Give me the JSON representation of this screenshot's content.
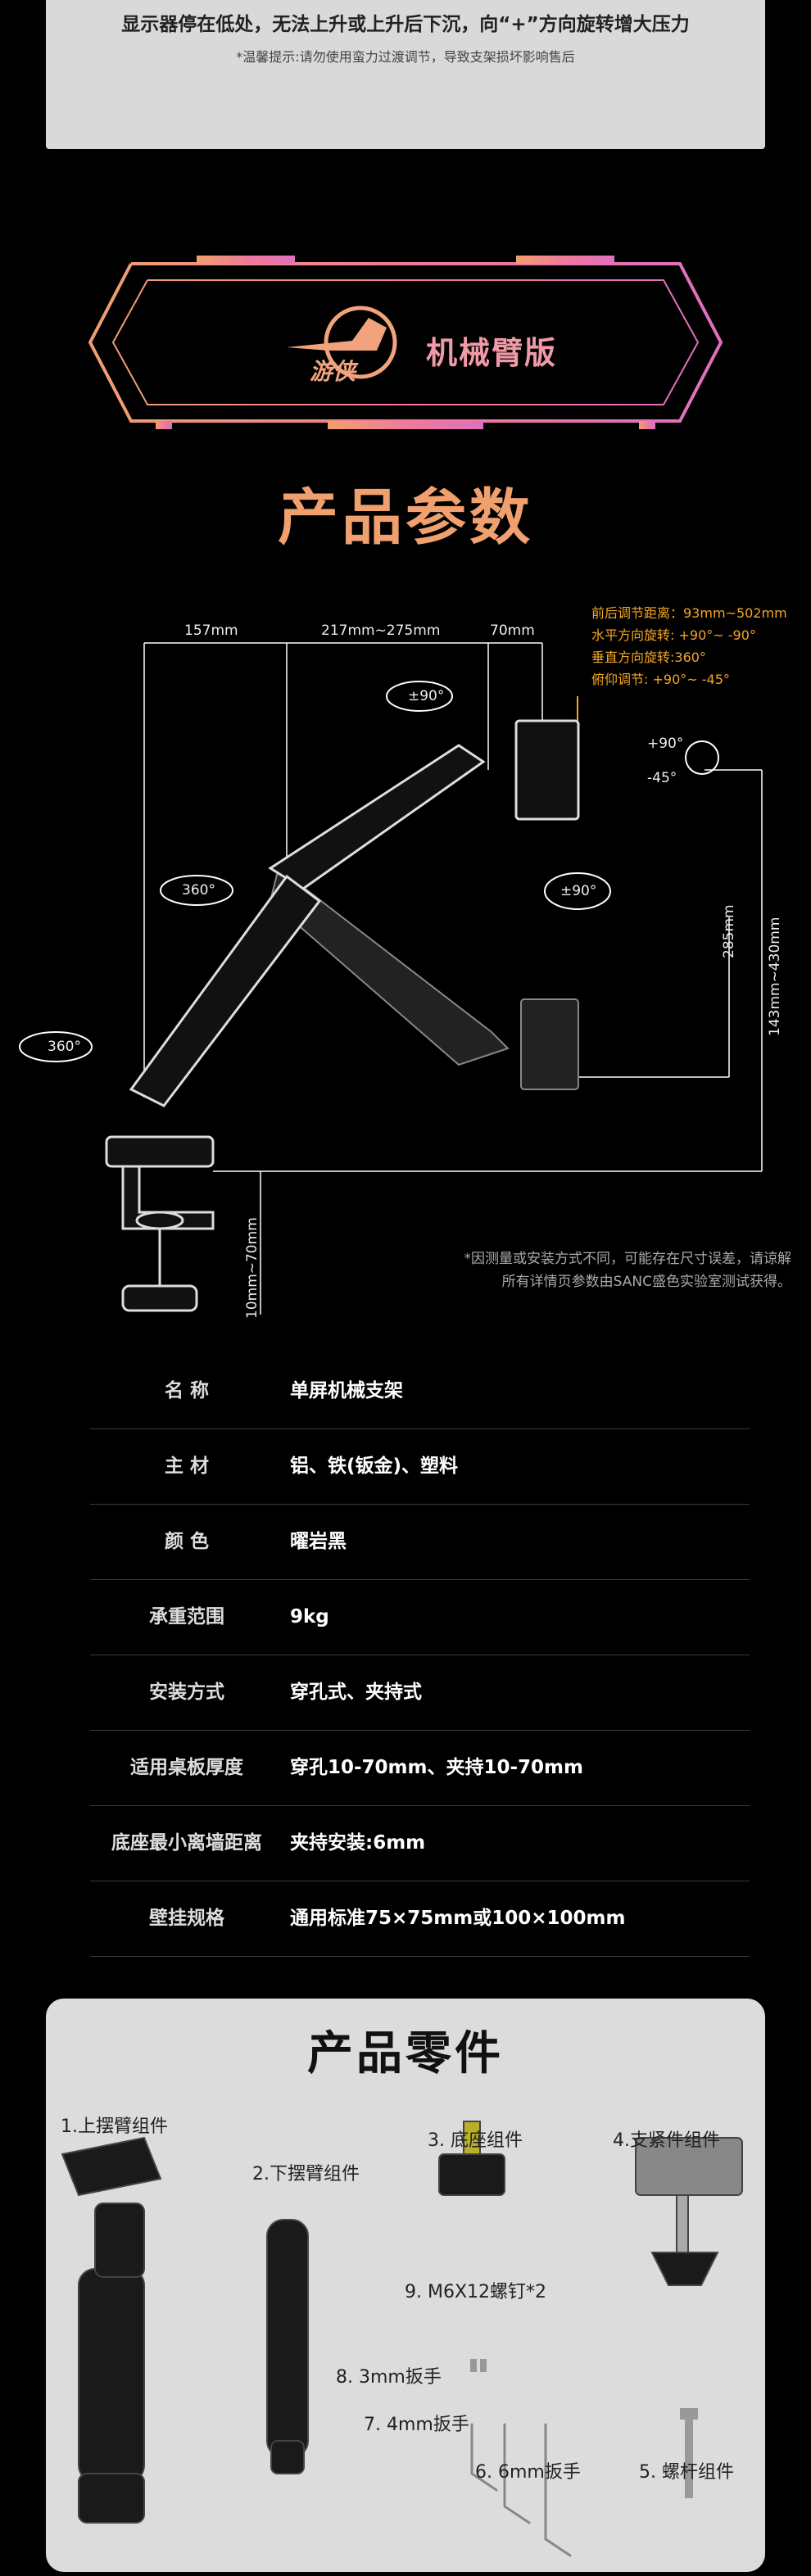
{
  "notice": {
    "line1": "显示器停在低处，无法上升或上升后下沉，向“+”方向旋转增大压力",
    "line2": "*温馨提示:请勿使用蛮力过渡调节，导致支架损坏影响售后"
  },
  "banner": {
    "logo_text": "游侠",
    "edition": "机械臂版"
  },
  "params": {
    "title": "产品参数",
    "dims": {
      "d1": "157mm",
      "d2": "217mm~275mm",
      "d3": "70mm",
      "height1": "285mm",
      "height2": "143mm~430mm",
      "clamp": "10mm~70mm"
    },
    "rotations": {
      "r1": "±90°",
      "r2": "360°",
      "r3": "±90°",
      "r4": "360°",
      "tilt_up": "+90°",
      "tilt_down": "-45°"
    },
    "specs": [
      "前后调节距离：93mm~502mm",
      "水平方向旋转: +90°~ -90°",
      "垂直方向旋转:360°",
      "俯仰调节: +90°~ -45°"
    ],
    "note": [
      "*因测量或安装方式不同，可能存在尺寸误差，请谅解",
      "所有详情页参数由SANC盛色实验室测试获得。"
    ]
  },
  "table": [
    {
      "label": "名  称",
      "value": "单屏机械支架"
    },
    {
      "label": "主  材",
      "value": "铝、铁(钣金)、塑料"
    },
    {
      "label": "颜  色",
      "value": "曜岩黑"
    },
    {
      "label": "承重范围",
      "value": "9kg"
    },
    {
      "label": "安装方式",
      "value": "穿孔式、夹持式"
    },
    {
      "label": "适用桌板厚度",
      "value": "穿孔10-70mm、夹持10-70mm"
    },
    {
      "label": "底座最小离墙距离",
      "value": "夹持安装:6mm"
    },
    {
      "label": "壁挂规格",
      "value": "通用标准75×75mm或100×100mm"
    }
  ],
  "parts": {
    "title": "产品零件",
    "items": [
      "1.上摆臂组件",
      "2.下摆臂组件",
      "3. 底座组件",
      "4.支紧件组件",
      "9. M6X12螺钉*2",
      "8. 3mm扳手",
      "7. 4mm扳手",
      "6. 6mm扳手",
      "5. 螺杆组件"
    ]
  },
  "colors": {
    "accent_orange": "#f0a06e",
    "accent_pink": "#e070c0",
    "spec_orange": "#f5a623"
  }
}
